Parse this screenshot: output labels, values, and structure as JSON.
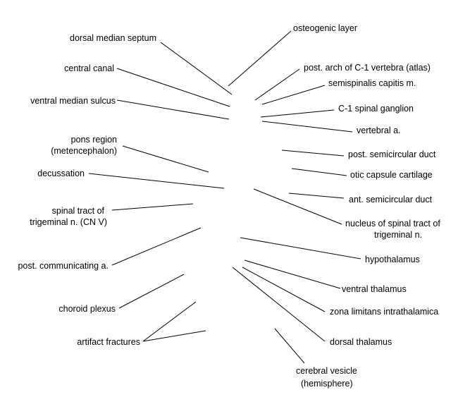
{
  "labels": {
    "left": {
      "dorsal_median_septum": "dorsal median septum",
      "central_canal": "central canal",
      "ventral_median_sulcus": "ventral median sulcus",
      "pons_region_1": "pons region",
      "pons_region_2": "(metencephalon)",
      "decussation": "decussation",
      "spinal_tract_1": "spinal tract of",
      "spinal_tract_2": "trigeminal n. (CN V)",
      "post_communicating": "post. communicating a.",
      "choroid_plexus": "choroid plexus",
      "artifact_fractures": "artifact fractures"
    },
    "right": {
      "osteogenic_layer": "osteogenic layer",
      "post_arch": "post. arch of C-1 vertebra (atlas)",
      "semispinalis": "semispinalis capitis m.",
      "c1_ganglion": "C-1 spinal ganglion",
      "vertebral_a": "vertebral a.",
      "post_semicircular": "post. semicircular duct",
      "otic_capsule": "otic capsule cartilage",
      "ant_semicircular": "ant. semicircular duct",
      "nucleus_1": "nucleus of spinal tract of",
      "nucleus_2": "trigeminal n.",
      "hypothalamus": "hypothalamus",
      "ventral_thalamus": "ventral thalamus",
      "zona_limitans": "zona limitans intrathalamica",
      "dorsal_thalamus": "dorsal thalamus",
      "cerebral_vesicle_1": "cerebral vesicle",
      "cerebral_vesicle_2": "(hemisphere)"
    }
  },
  "colors": {
    "background": "#ffffff",
    "ink": "#000000"
  }
}
